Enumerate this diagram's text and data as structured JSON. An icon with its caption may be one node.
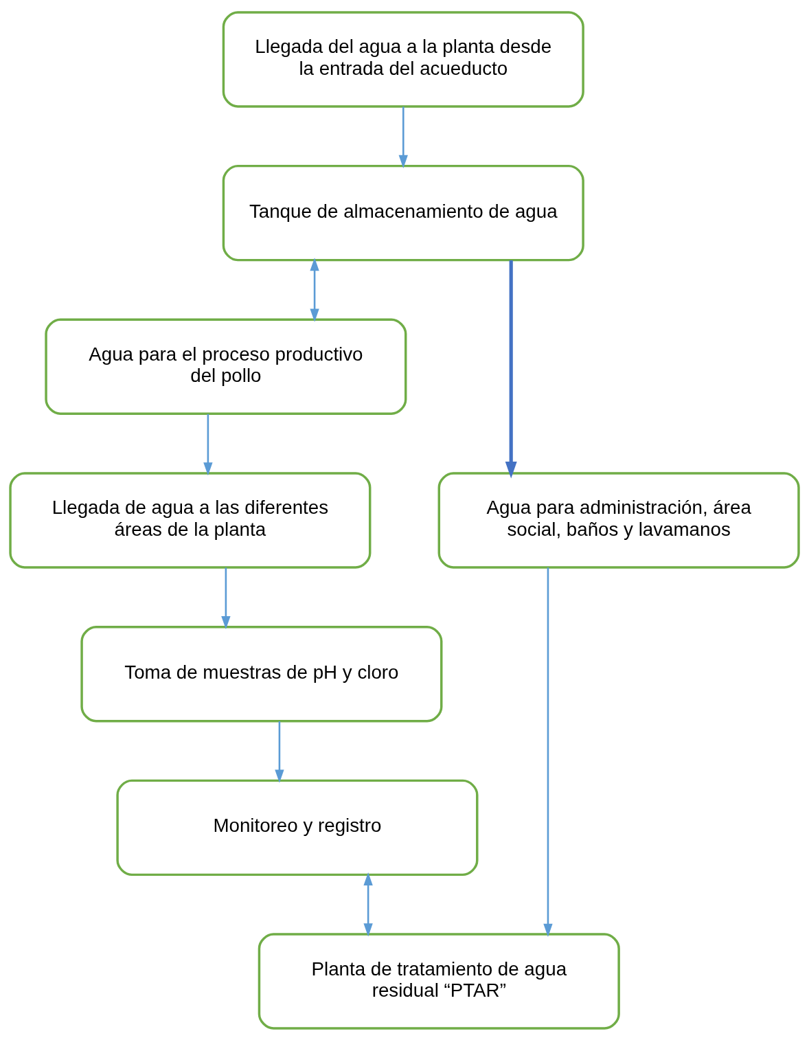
{
  "diagram": {
    "nodes": [
      {
        "text": [
          "Llegada del agua a la planta desde la entrada del acueducto"
        ]
      },
      {
        "text": [
          "Tanque de almacenamiento de agua"
        ]
      },
      {
        "text": [
          "Agua para el proceso productivo del pollo"
        ]
      },
      {
        "text": [
          "Llegada de agua a las diferentes áreas de la planta"
        ]
      },
      {
        "text": [
          "Toma de muestras de pH y cloro"
        ]
      },
      {
        "text": [
          "Monitoreo y registro"
        ]
      },
      {
        "text": [
          "Agua para administración, área social, baños y lavamanos"
        ]
      },
      {
        "text": [
          "Planta de tratamiento de agua residual “PTAR”"
        ]
      }
    ],
    "edges": [
      {
        "from": 0,
        "to": 1,
        "arrow": "to"
      },
      {
        "from": 1,
        "to": 2,
        "arrow": "both"
      },
      {
        "from": 1,
        "to": 6,
        "arrow": "to",
        "style": "thick",
        "color": "#4472c4"
      },
      {
        "from": 2,
        "to": 3,
        "arrow": "to"
      },
      {
        "from": 3,
        "to": 4,
        "arrow": "to"
      },
      {
        "from": 4,
        "to": 5,
        "arrow": "to"
      },
      {
        "from": 5,
        "to": 7,
        "arrow": "both"
      },
      {
        "from": 6,
        "to": 7,
        "arrow": "to"
      }
    ]
  }
}
